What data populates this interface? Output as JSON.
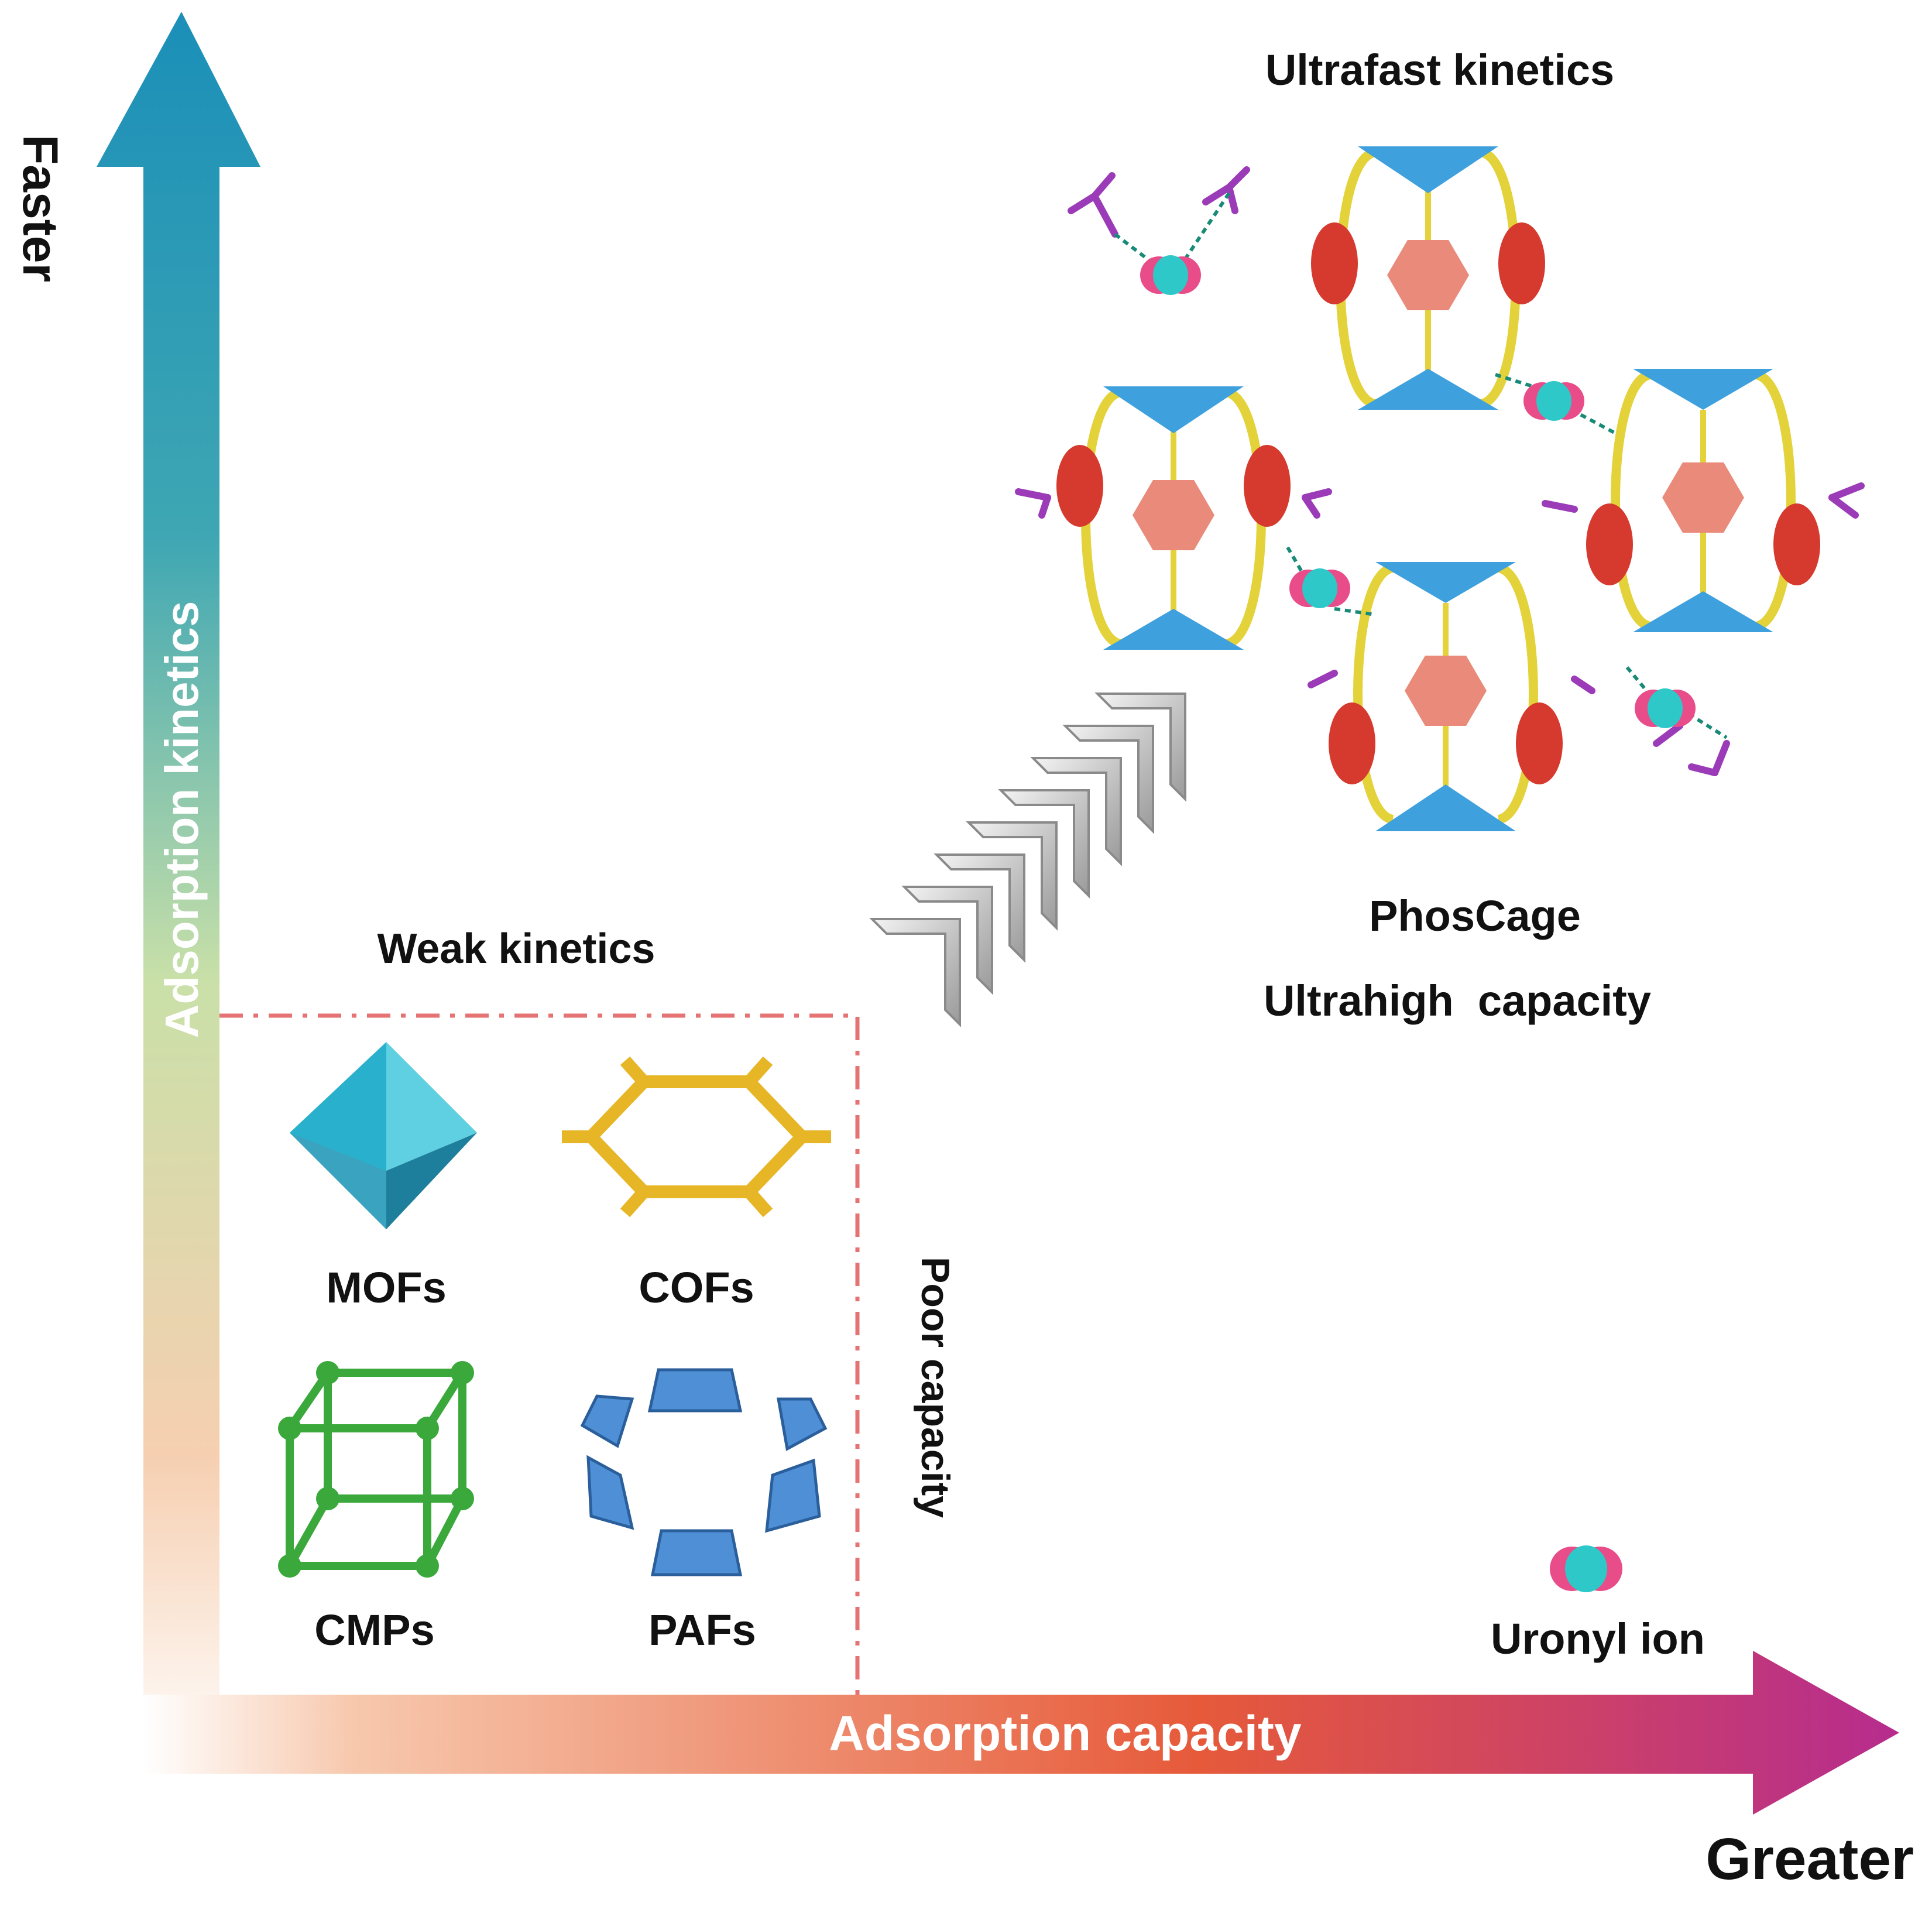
{
  "axes": {
    "y_axis_label": "Adsorption kinetics",
    "y_axis_end_label": "Faster",
    "x_axis_label": "Adsorption capacity",
    "x_axis_end_label": "Greater"
  },
  "regions": {
    "weak_region_title": "Weak kinetics",
    "weak_region_side_label": "Poor capacity",
    "strong_region_title": "Ultrafast kinetics",
    "strong_region_name": "PhosCage",
    "strong_region_subtitle": "Ultrahigh  capacity"
  },
  "materials": [
    {
      "label": "MOFs",
      "icon": "octahedron-icon"
    },
    {
      "label": "COFs",
      "icon": "hexagon-framework-icon"
    },
    {
      "label": "CMPs",
      "icon": "cube-framework-icon"
    },
    {
      "label": "PAFs",
      "icon": "ring-of-blocks-icon"
    }
  ],
  "legend": {
    "uranyl_label": "Uronyl ion"
  },
  "colors": {
    "y_arrow_top": "#1b8fb8",
    "y_arrow_bottom": "#f6cfb1",
    "x_arrow_start": "#f7c8ad",
    "x_arrow_end": "#b62c8e",
    "dashed_border": "#e57373",
    "mof": "#34b4cc",
    "cof": "#e6b627",
    "cmp": "#3aa83a",
    "paf": "#4f8fd6",
    "cage_frame": "#e4d23a",
    "cage_triangle": "#3ea0dc",
    "cage_ring": "#d63a2e",
    "phosphonate": "#9b3bb8",
    "uranyl_cyan": "#2ec8c8",
    "uranyl_pink": "#e84d8a"
  }
}
